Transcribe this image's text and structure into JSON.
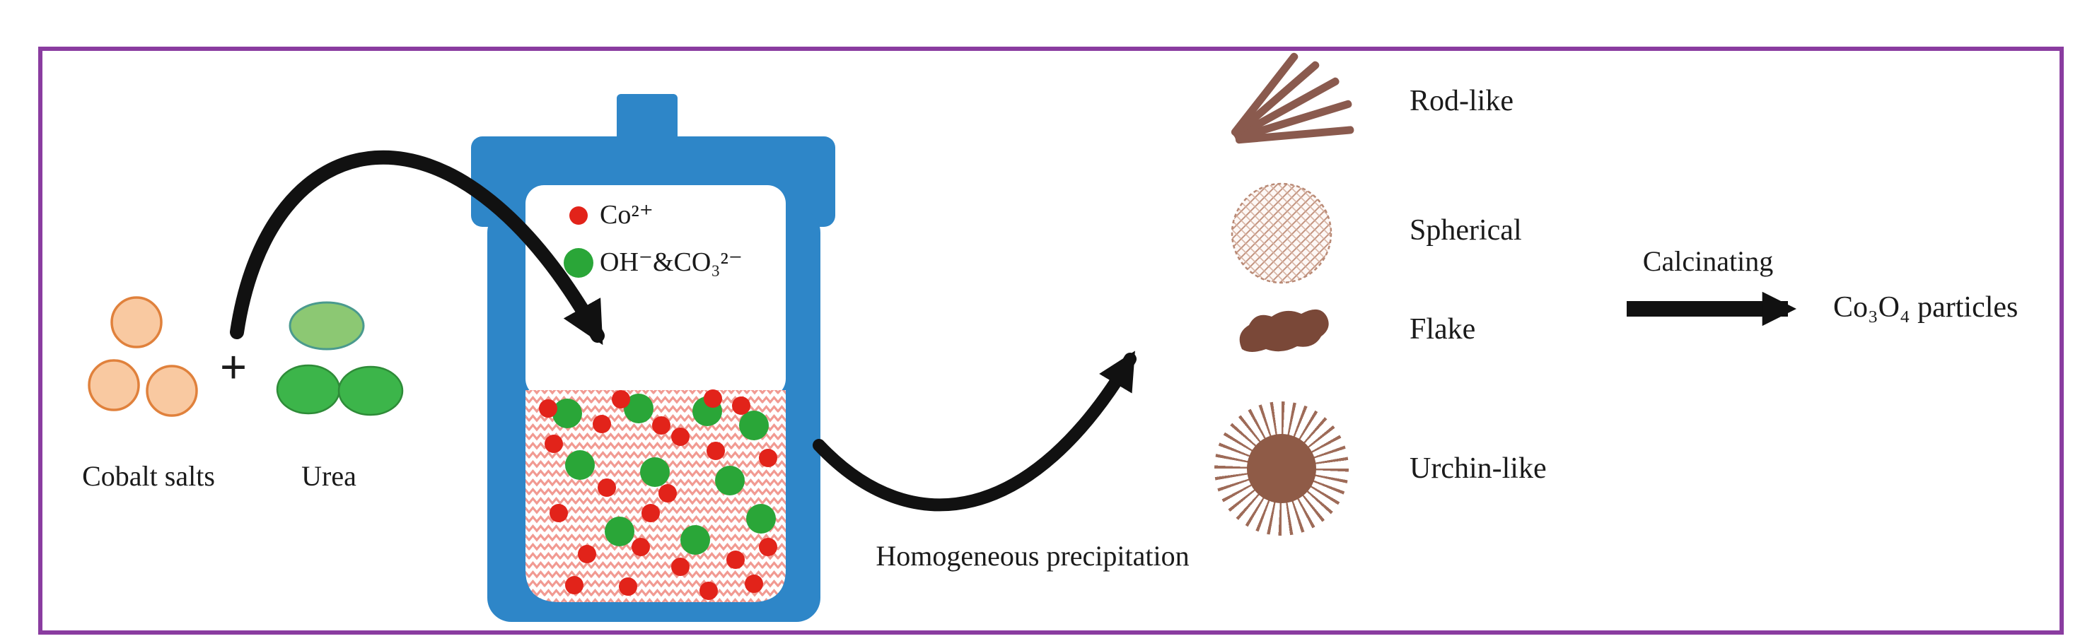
{
  "figure": {
    "reactants": {
      "cobalt_label": "Cobalt salts",
      "plus_sign": "+",
      "urea_label": "Urea"
    },
    "vessel": {
      "legend_co": "Co²⁺",
      "legend_oh": "OH⁻&CO₃²⁻"
    },
    "arrows": {
      "homogeneous_label": "Homogeneous precipitation",
      "calcinating_label": "Calcinating"
    },
    "product_label": "Co₃O₄ particles",
    "morphologies": [
      {
        "label": "Rod-like"
      },
      {
        "label": "Spherical"
      },
      {
        "label": "Flake"
      },
      {
        "label": "Urchin-like"
      }
    ],
    "colors": {
      "border_purple": "#8a3ca0",
      "vessel_blue": "#2e86c8",
      "co_red": "#e2231a",
      "hydroxide_green": "#2aa638",
      "salt_fill_orange": "#f9c9a1",
      "salt_stroke_orange": "#e0813c",
      "urea_light_green": "#8cc873",
      "urea_dark_green": "#3cb54a",
      "morphology_brown": "#8a5a4e",
      "arrow_black": "#111111"
    }
  }
}
